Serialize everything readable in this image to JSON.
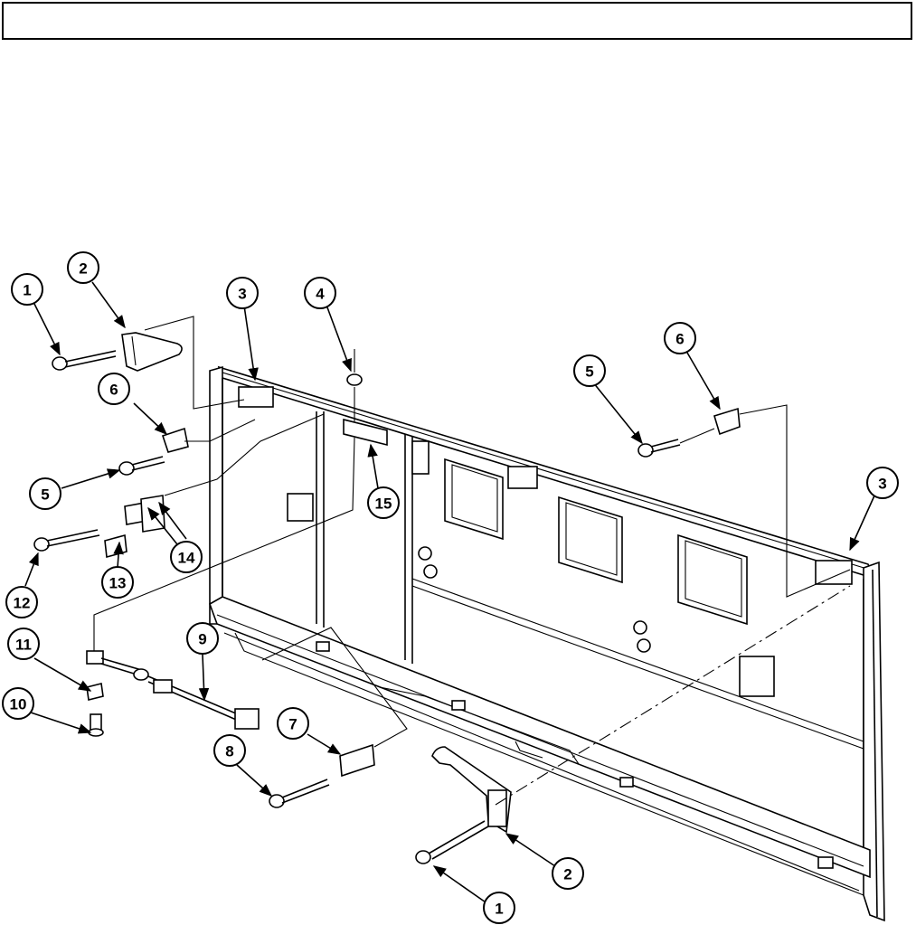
{
  "header": {
    "title": ""
  },
  "callouts": [
    {
      "id": "c1a",
      "label": "1"
    },
    {
      "id": "c2a",
      "label": "2"
    },
    {
      "id": "c3a",
      "label": "3"
    },
    {
      "id": "c4",
      "label": "4"
    },
    {
      "id": "c6a",
      "label": "6"
    },
    {
      "id": "c5a",
      "label": "5"
    },
    {
      "id": "c15",
      "label": "15"
    },
    {
      "id": "c14",
      "label": "14"
    },
    {
      "id": "c13",
      "label": "13"
    },
    {
      "id": "c12",
      "label": "12"
    },
    {
      "id": "c11",
      "label": "11"
    },
    {
      "id": "c10",
      "label": "10"
    },
    {
      "id": "c9",
      "label": "9"
    },
    {
      "id": "c8",
      "label": "8"
    },
    {
      "id": "c7",
      "label": "7"
    },
    {
      "id": "c5b",
      "label": "5"
    },
    {
      "id": "c6b",
      "label": "6"
    },
    {
      "id": "c3b",
      "label": "3"
    },
    {
      "id": "c2b",
      "label": "2"
    },
    {
      "id": "c1b",
      "label": "1"
    }
  ]
}
